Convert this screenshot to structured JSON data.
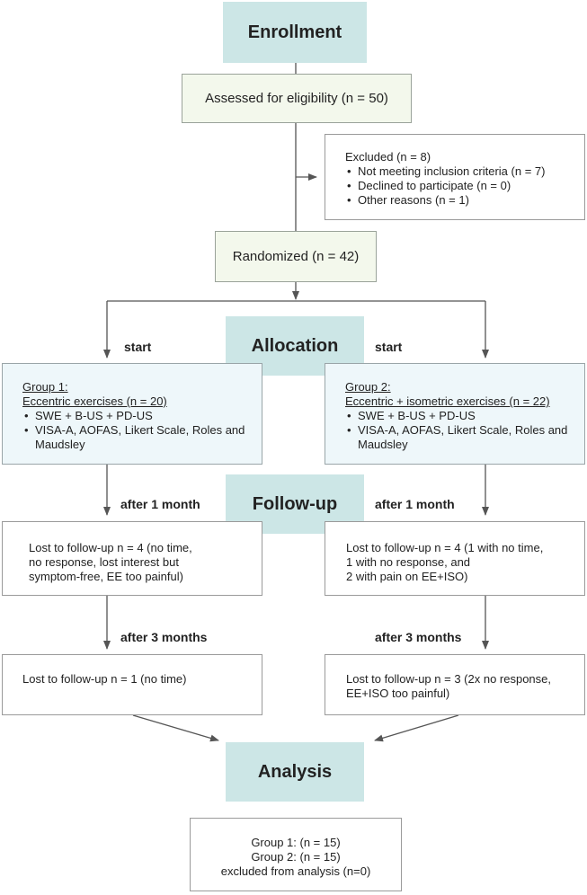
{
  "stages": {
    "enrollment": "Enrollment",
    "allocation": "Allocation",
    "followup": "Follow-up",
    "analysis": "Analysis"
  },
  "assessed": "Assessed for eligibility (n = 50)",
  "excluded": {
    "title": "Excluded (n = 8)",
    "items": [
      "Not meeting inclusion criteria (n = 7)",
      "Declined to participate (n = 0)",
      "Other reasons (n = 1)"
    ]
  },
  "randomized": "Randomized (n = 42)",
  "labels": {
    "start": "start",
    "after1": "after 1 month",
    "after3": "after 3 months"
  },
  "group1": {
    "name": "Group 1:",
    "arm": "Eccentric exercises (n = 20)",
    "items": [
      "SWE + B-US + PD-US",
      "VISA-A, AOFAS, Likert Scale, Roles and Maudsley"
    ],
    "lost1_lines": [
      "Lost to follow-up n = 4 (no time,",
      "no response, lost interest but",
      "symptom-free, EE too painful)"
    ],
    "lost3_lines": [
      "Lost to follow-up n = 1 (no time)"
    ]
  },
  "group2": {
    "name": "Group 2:",
    "arm": "Eccentric + isometric exercises (n = 22)",
    "items": [
      "SWE + B-US + PD-US",
      "VISA-A, AOFAS, Likert Scale, Roles and Maudsley"
    ],
    "lost1_lines": [
      "Lost to follow-up n = 4 (1 with no time,",
      "1 with no response, and",
      "2 with pain on EE+ISO)"
    ],
    "lost3_lines": [
      "Lost to follow-up n = 3 (2x no response,",
      "EE+ISO too painful)"
    ]
  },
  "analysis_lines": [
    "Group 1: (n = 15)",
    "Group 2: (n = 15)",
    "excluded from analysis (n=0)"
  ],
  "colors": {
    "stage_fill": "#cce6e6",
    "eligibility_fill": "#f3f8ec",
    "group_fill": "#eef7fa",
    "line": "#555555"
  }
}
